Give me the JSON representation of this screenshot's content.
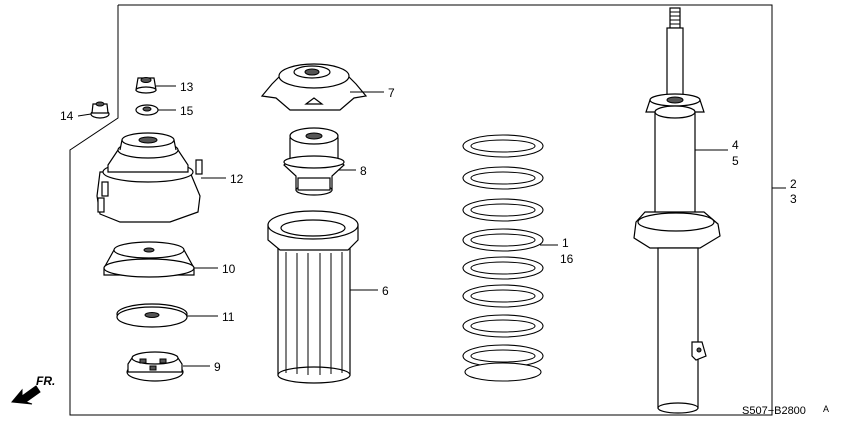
{
  "diagram": {
    "code": "S507−B2800",
    "code_suffix": "A",
    "direction_label": "FR.",
    "callouts": [
      {
        "id": "c1",
        "text": "1"
      },
      {
        "id": "c16",
        "text": "16"
      },
      {
        "id": "c2",
        "text": "2"
      },
      {
        "id": "c3",
        "text": "3"
      },
      {
        "id": "c4",
        "text": "4"
      },
      {
        "id": "c5",
        "text": "5"
      },
      {
        "id": "c6",
        "text": "6"
      },
      {
        "id": "c7",
        "text": "7"
      },
      {
        "id": "c8",
        "text": "8"
      },
      {
        "id": "c9",
        "text": "9"
      },
      {
        "id": "c10",
        "text": "10"
      },
      {
        "id": "c11",
        "text": "11"
      },
      {
        "id": "c12",
        "text": "12"
      },
      {
        "id": "c13",
        "text": "13"
      },
      {
        "id": "c14",
        "text": "14"
      },
      {
        "id": "c15",
        "text": "15"
      }
    ]
  }
}
